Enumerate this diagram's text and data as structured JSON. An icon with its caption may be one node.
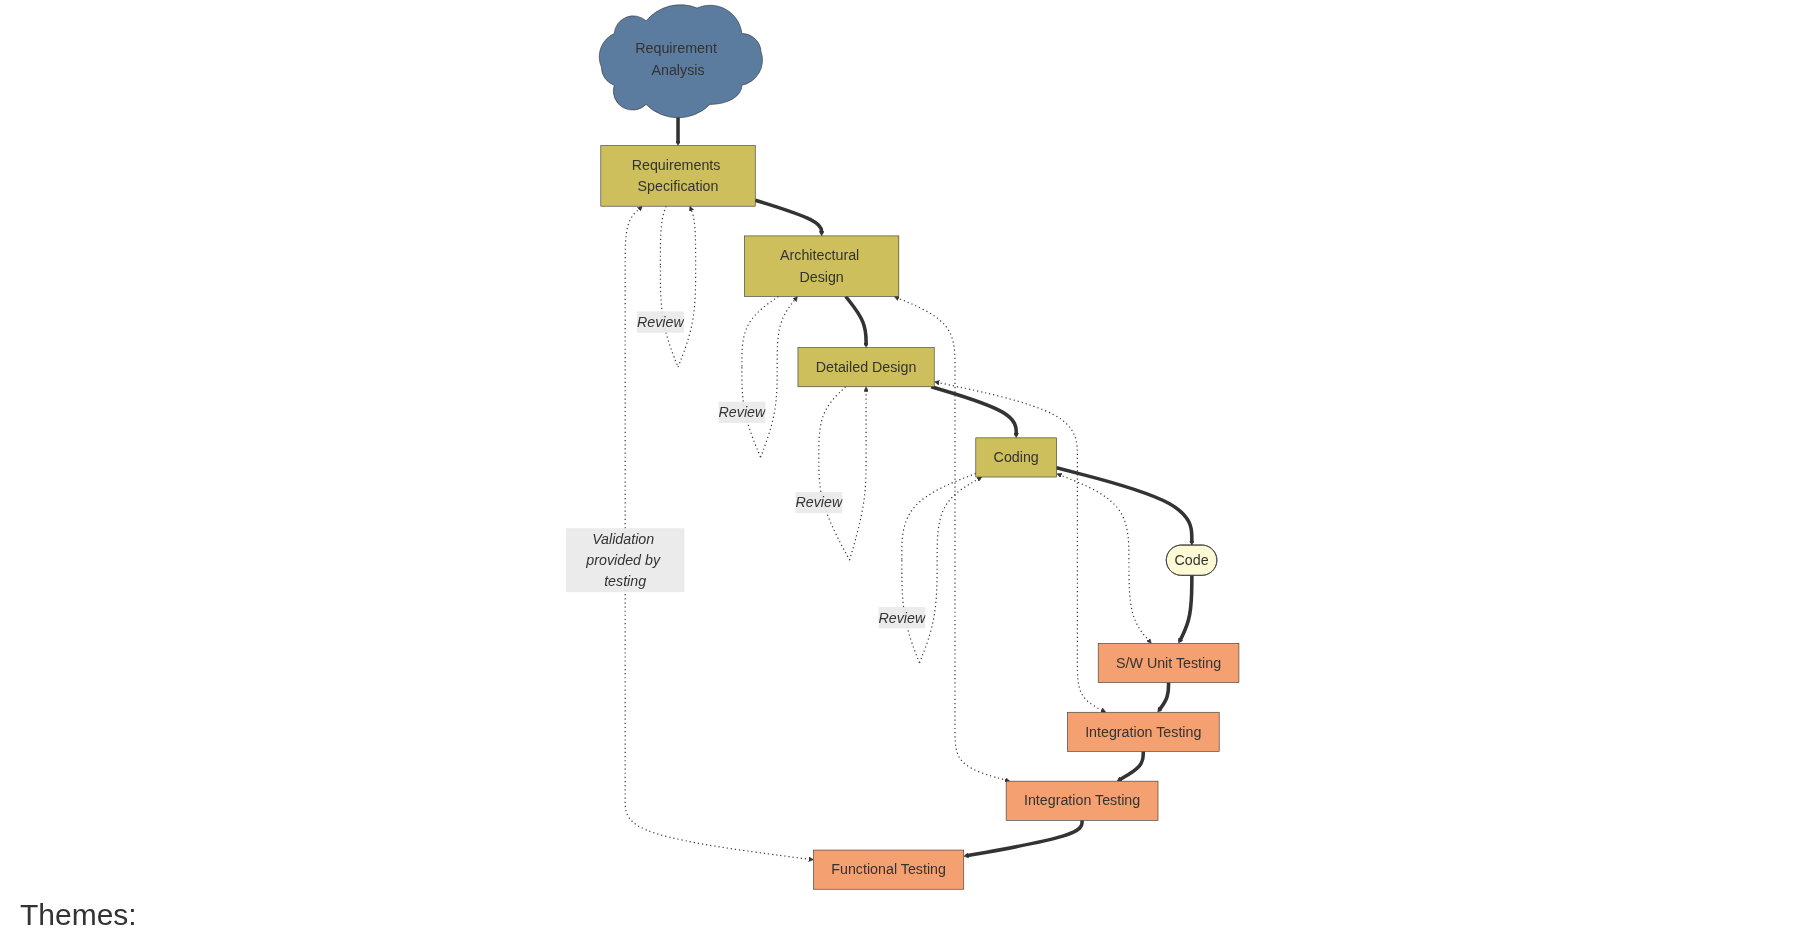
{
  "diagram": {
    "nodes": [
      {
        "text": [
          "Requirement Analysis"
        ]
      },
      {
        "text": [
          "Requirements Specification"
        ]
      },
      {
        "text": [
          "Architectural Design"
        ]
      },
      {
        "text": [
          "Detailed Design"
        ]
      },
      {
        "text": [
          "Coding"
        ]
      },
      {
        "text": [
          "Code"
        ]
      },
      {
        "text": [
          "S/W Unit Testing"
        ]
      },
      {
        "text": [
          "Integration Testing"
        ]
      },
      {
        "text": [
          "Integration Testing"
        ]
      },
      {
        "text": [
          "Functional Testing"
        ]
      }
    ],
    "edges": [
      {
        "from": 0,
        "to": 1,
        "arrow": "to"
      },
      {
        "from": 1,
        "to": 1,
        "arrow": "to",
        "style": "dashed",
        "label": "Review"
      },
      {
        "from": 1,
        "to": 9,
        "arrow": "both",
        "style": "dashed",
        "label": "Validation provided by testing"
      },
      {
        "from": 1,
        "to": 2,
        "arrow": "to"
      },
      {
        "from": 2,
        "to": 2,
        "arrow": "to",
        "style": "dashed",
        "label": "Review"
      },
      {
        "from": 2,
        "to": 8,
        "arrow": "both",
        "style": "dashed"
      },
      {
        "from": 2,
        "to": 3,
        "arrow": "to"
      },
      {
        "from": 3,
        "to": 3,
        "arrow": "to",
        "style": "dashed",
        "label": "Review"
      },
      {
        "from": 3,
        "to": 7,
        "arrow": "both",
        "style": "dashed"
      },
      {
        "from": 3,
        "to": 4,
        "arrow": "to"
      },
      {
        "from": 4,
        "to": 4,
        "arrow": "to",
        "style": "dashed",
        "label": "Review"
      },
      {
        "from": 4,
        "to": 6,
        "arrow": "both",
        "style": "dashed"
      },
      {
        "from": 4,
        "to": 5,
        "arrow": "to"
      },
      {
        "from": 5,
        "to": 6,
        "arrow": "to"
      },
      {
        "from": 6,
        "to": 7,
        "arrow": "to"
      },
      {
        "from": 7,
        "to": 8,
        "arrow": "to"
      },
      {
        "from": 8,
        "to": 9,
        "arrow": "to"
      }
    ],
    "labels": [
      "Themes:"
    ]
  }
}
